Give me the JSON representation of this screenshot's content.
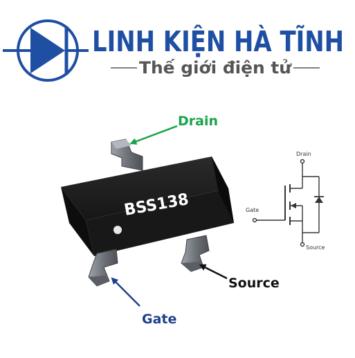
{
  "brand": {
    "name": "LINH KIỆN HÀ TĨNH",
    "tagline": "Thế giới điện tử",
    "color_blue": "#1f4fa3",
    "color_gray": "#555555",
    "logo_icon": "diode-icon"
  },
  "component": {
    "marking": "BSS138",
    "package_color": "#111111",
    "lead_color": "#7d8086"
  },
  "labels": {
    "drain": "Drain",
    "source": "Source",
    "gate": "Gate",
    "drain_color": "#1aa34a",
    "source_color": "#111111",
    "gate_color": "#1f3f8c"
  },
  "schematic": {
    "drain": "Drain",
    "gate": "Gate",
    "source": "Source",
    "symbol_icon": "n-channel-mosfet-icon"
  }
}
